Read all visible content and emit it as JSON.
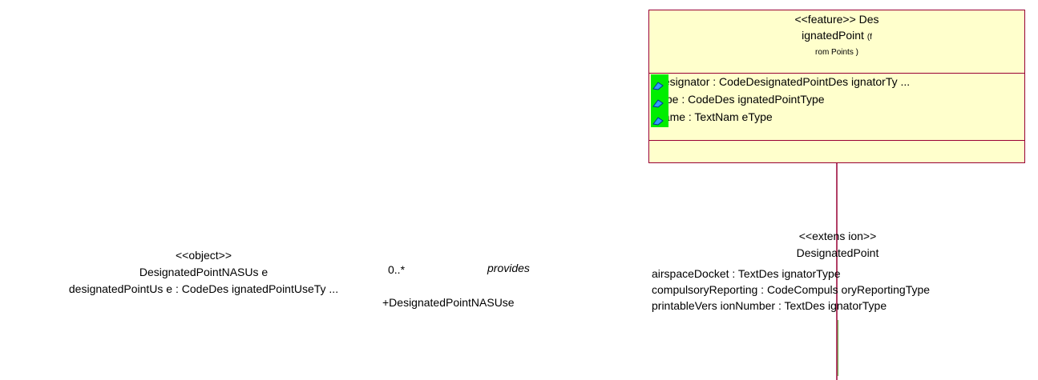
{
  "feature_class": {
    "stereotype_line": "<<feature>> Des",
    "name_line": "ignatedPoint",
    "from_part1": "(f",
    "from_part2": "rom Points )",
    "attributes": [
      {
        "text": "designator : CodeDesignatedPointDes ignatorTy ...",
        "icon": "attribute-icon"
      },
      {
        "text": "type : CodeDes ignatedPointType",
        "icon": "attribute-icon"
      },
      {
        "text": "name : TextNam eType",
        "icon": "attribute-icon"
      }
    ]
  },
  "object_class": {
    "stereotype": "<<object>>",
    "name": "DesignatedPointNASUs e",
    "attribute": "designatedPointUs e : CodeDes ignatedPointUseTy ..."
  },
  "association": {
    "multiplicity": "0..*",
    "role_name": "provides",
    "role": "+DesignatedPointNASUse"
  },
  "extension_class": {
    "stereotype": "<<extens ion>>",
    "name": "DesignatedPoint",
    "attributes": [
      "airspaceDocket : TextDes ignatorType",
      "compulsoryReporting : CodeCompuls oryReportingType",
      "printableVers ionNumber : TextDes ignatorType"
    ]
  },
  "colors": {
    "class_fill": "#ffffcc",
    "class_border": "#990033",
    "attribute_icon_fill": "#00ee00",
    "connector_line": "#990033"
  }
}
